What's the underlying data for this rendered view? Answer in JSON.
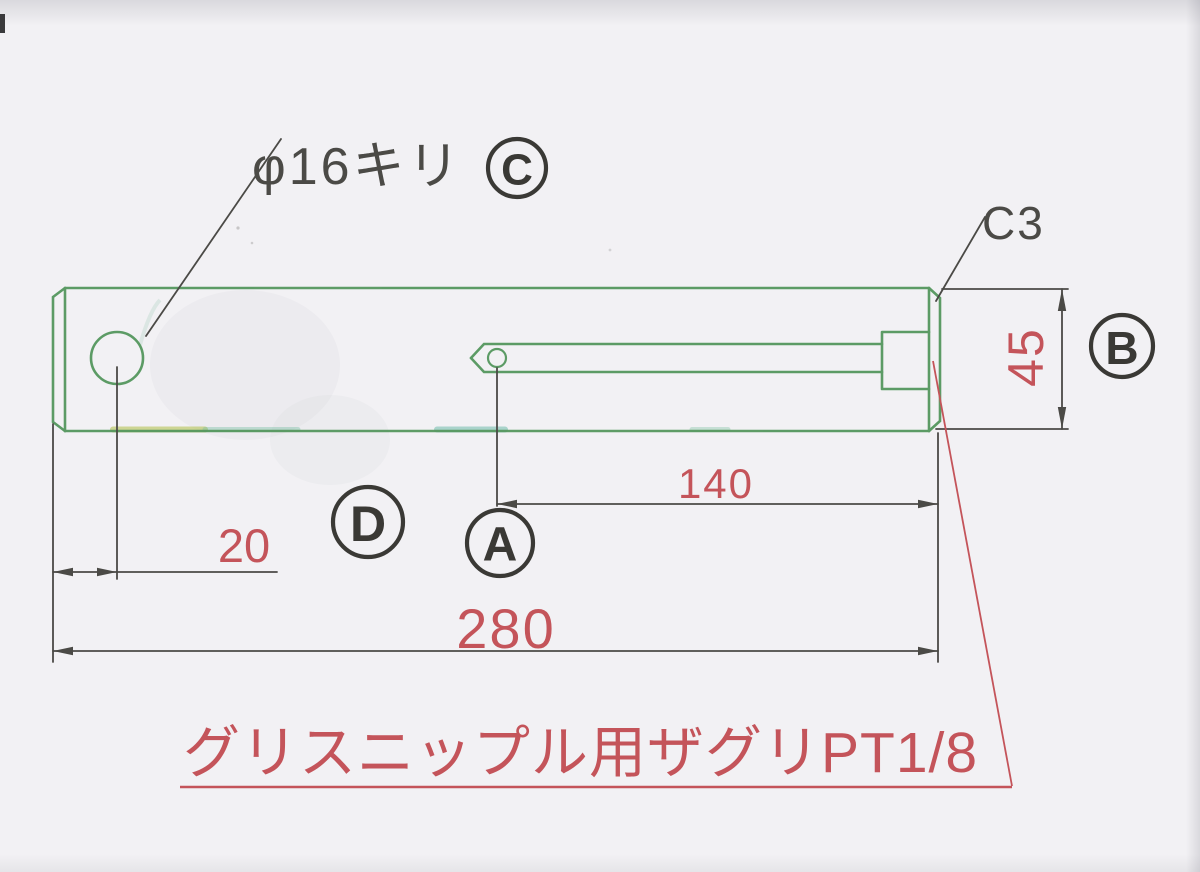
{
  "annotations": {
    "hole_note": "φ16キリ",
    "chamfer_note": "C3",
    "grease_note": "グリスニップル用ザグリPT1/8"
  },
  "dimensions": {
    "hole_offset": "20",
    "passage_length": "140",
    "overall_length": "280",
    "bar_height": "45"
  },
  "balloons": [
    {
      "id": "A",
      "label": "A"
    },
    {
      "id": "B",
      "label": "B"
    },
    {
      "id": "C",
      "label": "C"
    },
    {
      "id": "D",
      "label": "D"
    }
  ],
  "colors": {
    "part_outline_green": "#55975e",
    "dimension_red": "#c4545a",
    "pencil_dark": "#4b4a46",
    "paper": "#f2f1f4"
  }
}
